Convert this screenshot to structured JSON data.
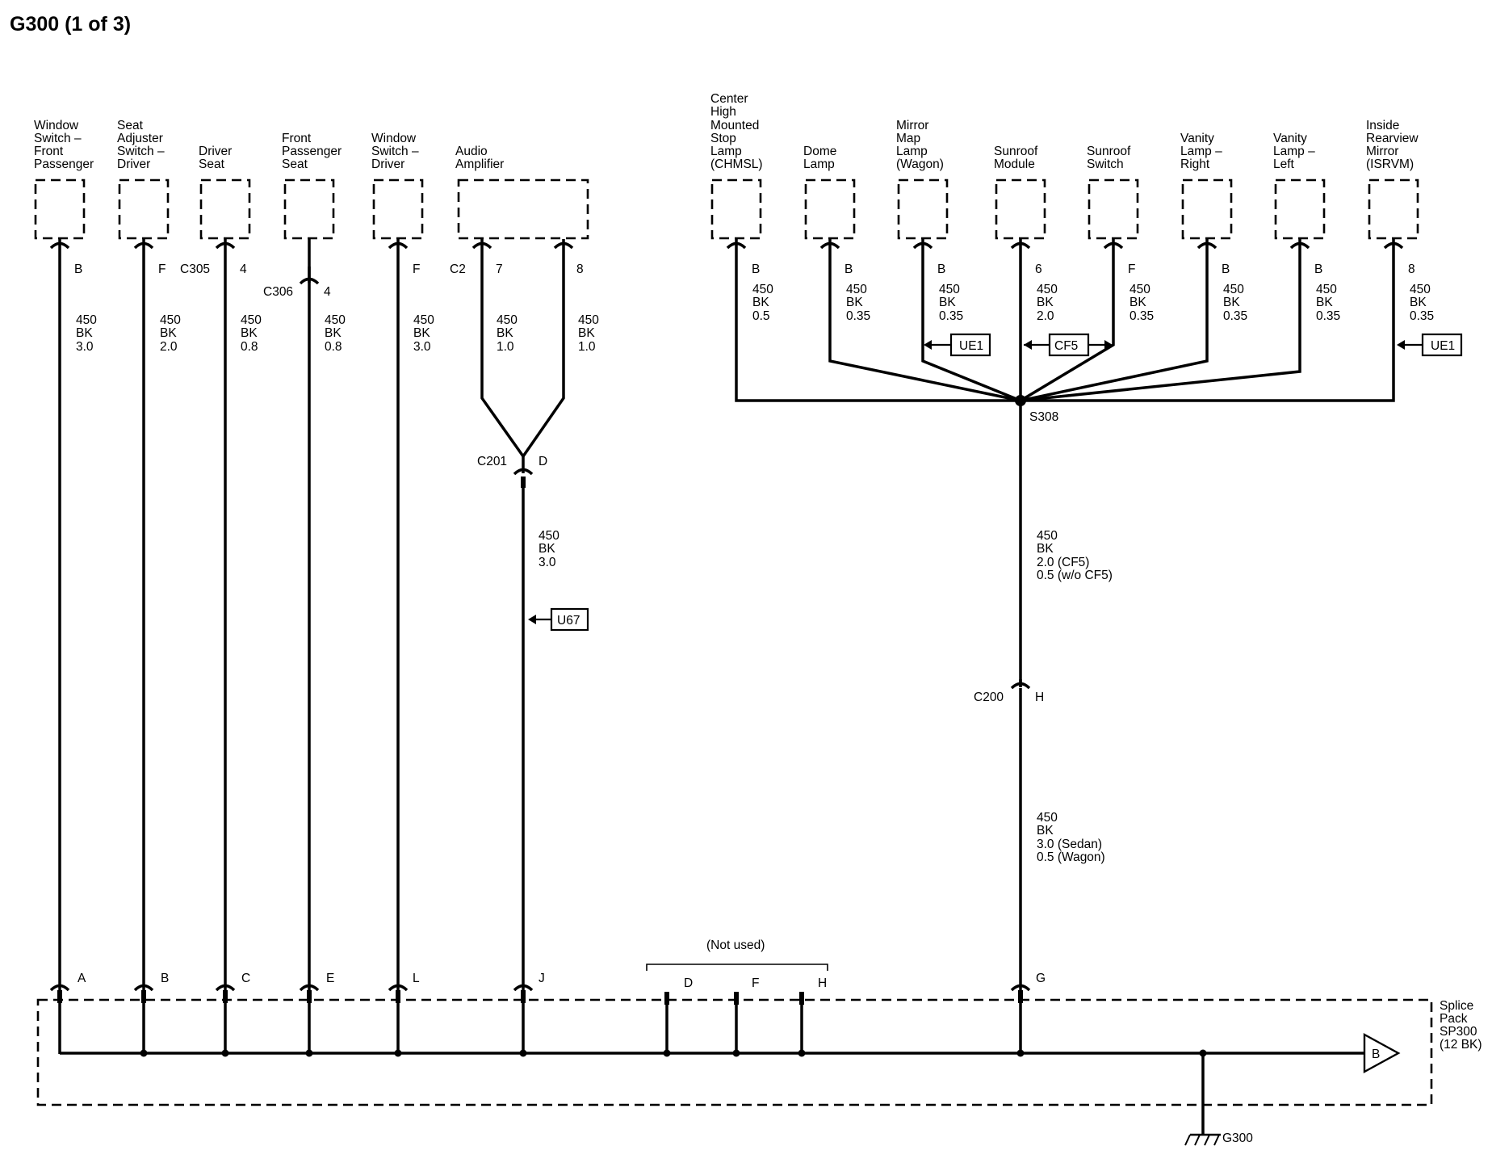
{
  "title": "G300 (1 of 3)",
  "left_components": [
    {
      "label": [
        "Window",
        "Switch –",
        "Front",
        "Passenger"
      ],
      "pin": "B",
      "wire": [
        "450",
        "BK",
        "3.0"
      ],
      "splice_pin": "A"
    },
    {
      "label": [
        "Seat",
        "Adjuster",
        "Switch –",
        "Driver"
      ],
      "pin": "F",
      "wire": [
        "450",
        "BK",
        "2.0"
      ],
      "splice_pin": "B"
    },
    {
      "label": [
        "Driver",
        "Seat"
      ],
      "connector": "C305",
      "pin": "4",
      "wire": [
        "450",
        "BK",
        "0.8"
      ],
      "splice_pin": "C"
    },
    {
      "label": [
        "Front",
        "Passenger",
        "Seat"
      ],
      "connector": "C306",
      "pin": "4",
      "wire": [
        "450",
        "BK",
        "0.8"
      ],
      "splice_pin": "E"
    },
    {
      "label": [
        "Window",
        "Switch –",
        "Driver"
      ],
      "pin": "F",
      "wire": [
        "450",
        "BK",
        "3.0"
      ],
      "splice_pin": "L"
    }
  ],
  "audio_amplifier": {
    "label": [
      "Audio",
      "Amplifier"
    ],
    "connector": "C2",
    "pins": [
      "7",
      "8"
    ],
    "wires": [
      [
        "450",
        "BK",
        "1.0"
      ],
      [
        "450",
        "BK",
        "1.0"
      ]
    ],
    "inline_connector": "C201",
    "inline_pin": "D",
    "main_wire": [
      "450",
      "BK",
      "3.0"
    ],
    "option_tag": "U67",
    "splice_pin": "J"
  },
  "right_components": [
    {
      "label": [
        "Center",
        "High",
        "Mounted",
        "Stop",
        "Lamp",
        "(CHMSL)"
      ],
      "pin": "B",
      "wire": [
        "450",
        "BK",
        "0.5"
      ]
    },
    {
      "label": [
        "Dome",
        "Lamp"
      ],
      "pin": "B",
      "wire": [
        "450",
        "BK",
        "0.35"
      ]
    },
    {
      "label": [
        "Mirror",
        "Map",
        "Lamp",
        "(Wagon)"
      ],
      "pin": "B",
      "wire": [
        "450",
        "BK",
        "0.35"
      ],
      "tag": "UE1"
    },
    {
      "label": [
        "Sunroof",
        "Module"
      ],
      "pin": "6",
      "wire": [
        "450",
        "BK",
        "2.0"
      ],
      "tag": "CF5"
    },
    {
      "label": [
        "Sunroof",
        "Switch"
      ],
      "pin": "F",
      "wire": [
        "450",
        "BK",
        "0.35"
      ]
    },
    {
      "label": [
        "Vanity",
        "Lamp –",
        "Right"
      ],
      "pin": "B",
      "wire": [
        "450",
        "BK",
        "0.35"
      ]
    },
    {
      "label": [
        "Vanity",
        "Lamp –",
        "Left"
      ],
      "pin": "B",
      "wire": [
        "450",
        "BK",
        "0.35"
      ]
    },
    {
      "label": [
        "Inside",
        "Rearview",
        "Mirror",
        "(ISRVM)"
      ],
      "pin": "8",
      "wire": [
        "450",
        "BK",
        "0.35"
      ],
      "tag": "UE1"
    }
  ],
  "splice_s308": {
    "label": "S308",
    "trunk_wire": [
      "450",
      "BK",
      "2.0 (CF5)",
      "0.5 (w/o CF5)"
    ],
    "connector": "C200",
    "connector_pin": "H",
    "lower_wire": [
      "450",
      "BK",
      "3.0 (Sedan)",
      "0.5 (Wagon)"
    ],
    "splice_pin": "G"
  },
  "not_used": {
    "label": "(Not used)",
    "pins": [
      "D",
      "F",
      "H"
    ]
  },
  "splice_pack": {
    "label": [
      "Splice",
      "Pack",
      "SP300",
      "(12 BK)"
    ],
    "continuation": "B"
  },
  "ground": {
    "label": "G300"
  }
}
